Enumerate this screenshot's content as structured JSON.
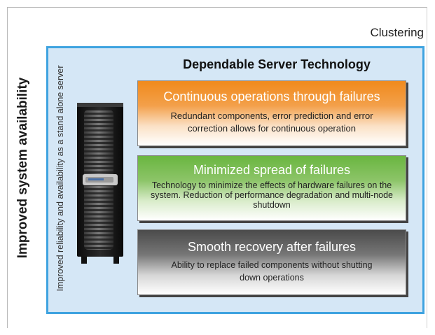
{
  "diagram": {
    "clustering_label": "Clustering",
    "outer_axis_label": "Improved system availability",
    "inner_axis_label": "Improved reliability and availability as a stand alone server",
    "title": "Dependable Server Technology",
    "boxes": [
      {
        "heading": "Continuous operations through failures",
        "body": "Redundant components, error prediction and error correction allows for continuous operation",
        "color": "#f08a1c"
      },
      {
        "heading": "Minimized spread of failures",
        "body": "Technology to minimize the effects of hardware failures on the system.  Reduction of performance degradation and multi-node shutdown",
        "color": "#6ab640"
      },
      {
        "heading": "Smooth recovery after failures",
        "body": "Ability to replace failed components without shutting down operations",
        "color": "#4b4b4b"
      }
    ],
    "colors": {
      "panel_border": "#3fa3e0",
      "panel_fill": "#d5e7f6"
    },
    "image": "server-rack"
  }
}
